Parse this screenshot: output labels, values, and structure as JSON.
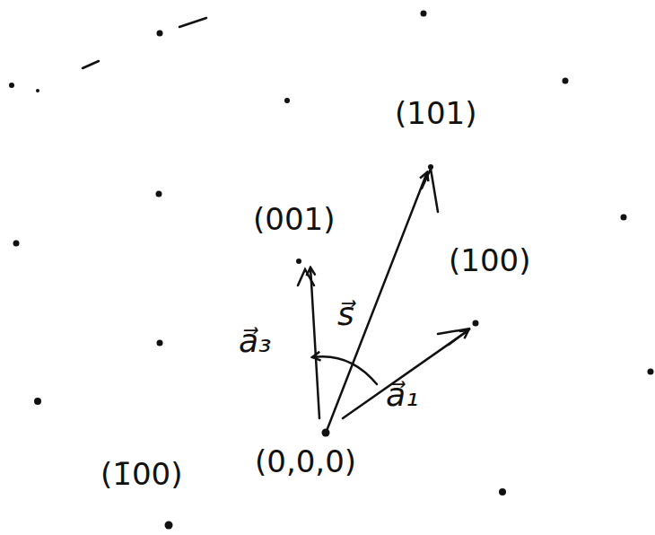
{
  "diagram": {
    "labels": [
      "(101)",
      "(001)",
      "(100)",
      "(1̄00)",
      "(0,0,0)",
      "a⃗₃",
      "s⃗",
      "a⃗₁"
    ]
  }
}
